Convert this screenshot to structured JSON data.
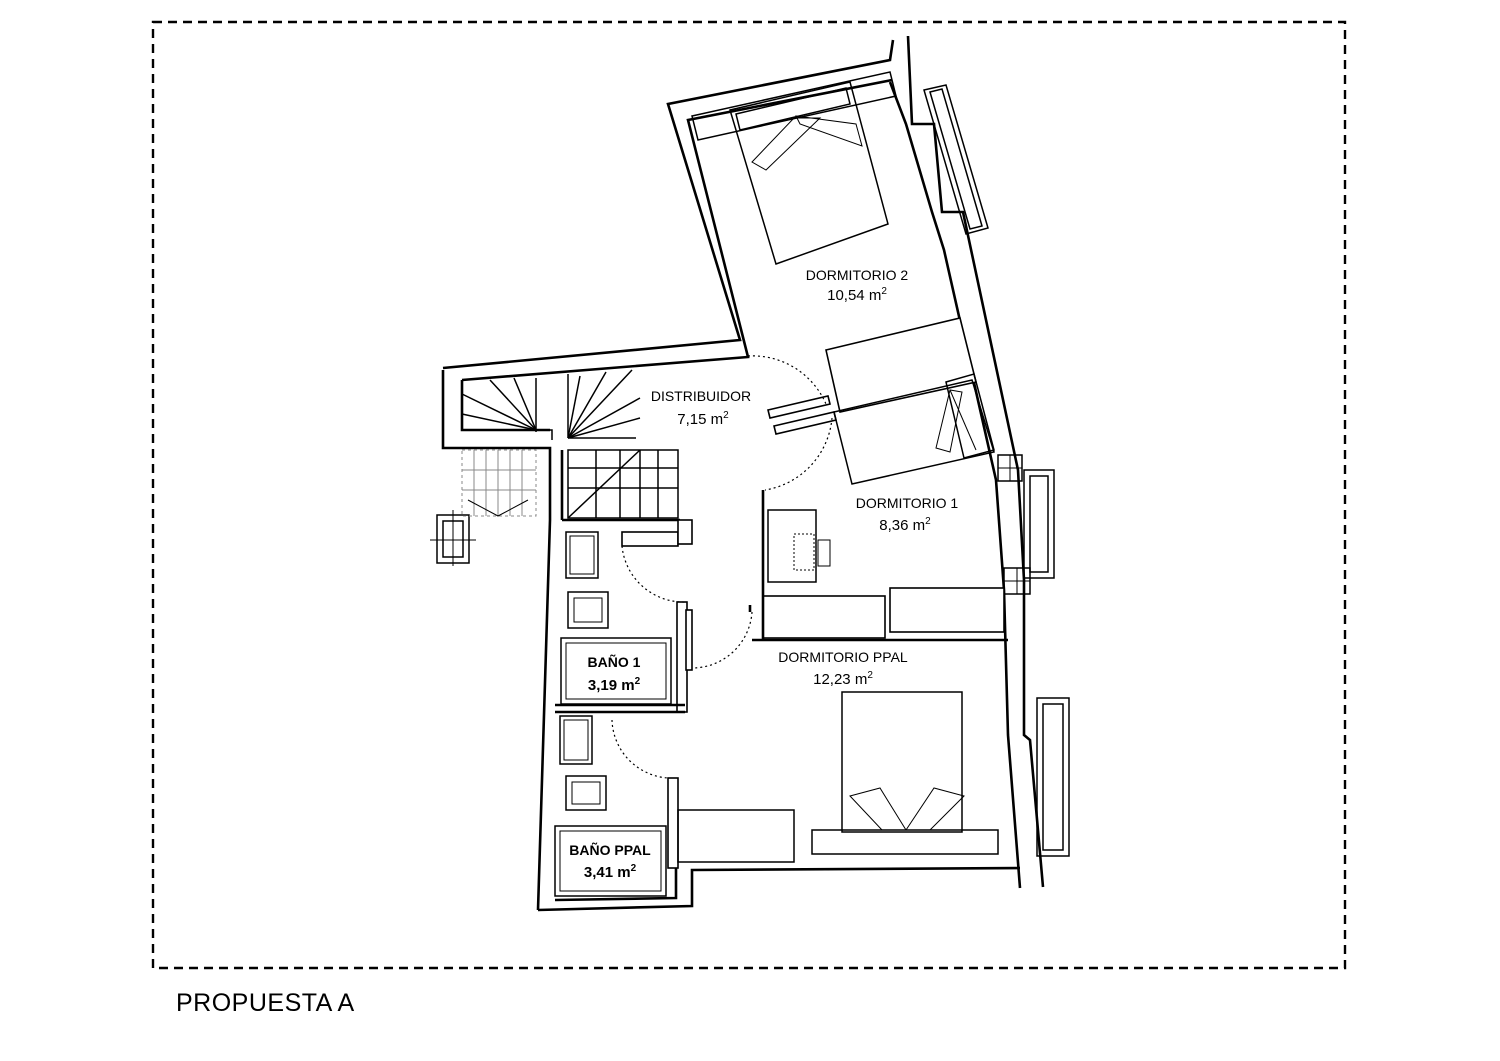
{
  "drawing": {
    "title": "PROPUESTA  A",
    "unit_sup": "2"
  },
  "rooms": [
    {
      "id": "dormitorio-2",
      "name": "DORMITORIO 2",
      "area_value": "10,54 m"
    },
    {
      "id": "distribuidor",
      "name": "DISTRIBUIDOR",
      "area_value": "7,15 m"
    },
    {
      "id": "dormitorio-1",
      "name": "DORMITORIO 1",
      "area_value": "8,36 m"
    },
    {
      "id": "dormitorio-ppal",
      "name": "DORMITORIO PPAL",
      "area_value": "12,23 m"
    },
    {
      "id": "bano-1",
      "name": "BAÑO 1",
      "area_value": "3,19 m"
    },
    {
      "id": "bano-ppal",
      "name": "BAÑO PPAL",
      "area_value": "3,41 m"
    }
  ]
}
